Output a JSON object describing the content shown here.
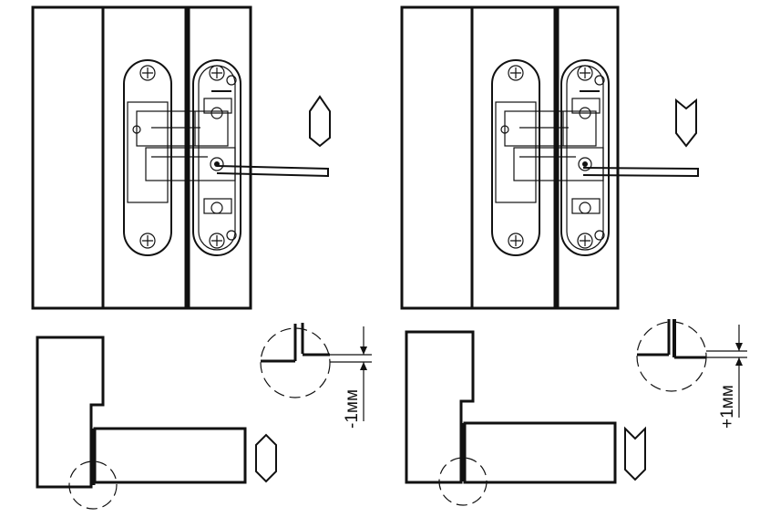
{
  "left_panel": {
    "direction": "up",
    "adjustment_label": "-1мм"
  },
  "right_panel": {
    "direction": "down",
    "adjustment_label": "+1мм"
  }
}
